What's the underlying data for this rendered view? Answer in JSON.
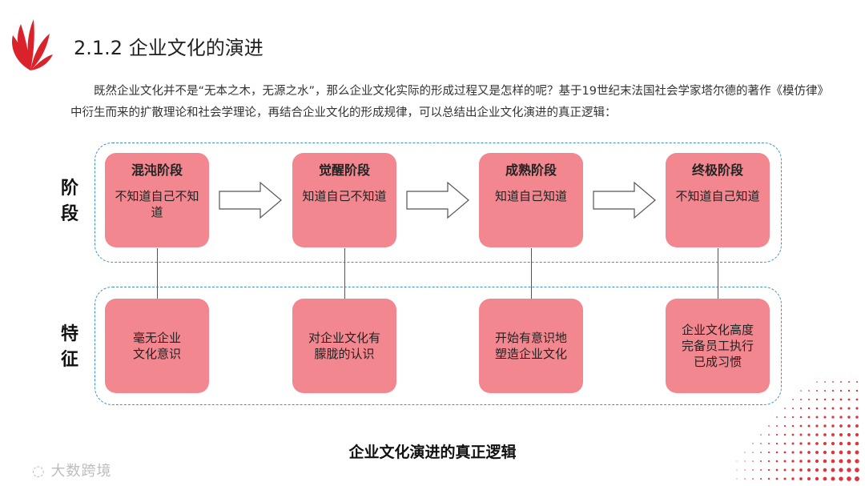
{
  "header": {
    "title": "2.1.2 企业文化的演进"
  },
  "intro": "既然企业文化并不是“无本之木，无源之水”，那么企业文化实际的形成过程又是怎样的呢？基于19世纪末法国社会学家塔尔德的著作《模仿律》中衍生而来的扩散理论和社会学理论，再结合企业文化的形成规律，可以总结出企业文化演进的真正逻辑：",
  "rows": {
    "stage_label": "阶段",
    "feature_label": "特征"
  },
  "stages": [
    {
      "title": "混沌阶段",
      "body": "不知道自己不知道",
      "feature": "毫无企业文化意识"
    },
    {
      "title": "觉醒阶段",
      "body": "知道自己不知道",
      "feature": "对企业文化有朦胧的认识"
    },
    {
      "title": "成熟阶段",
      "body": "知道自己知道",
      "feature": "开始有意识地塑造企业文化"
    },
    {
      "title": "终极阶段",
      "body": "不知道自己知道",
      "feature": "企业文化高度完备员工执行已成习惯"
    }
  ],
  "caption": "企业文化演进的真正逻辑",
  "watermark": "大数跨境",
  "colors": {
    "card": "#f2878f",
    "dash": "#3f8fd4",
    "accent": "#d9222a"
  }
}
